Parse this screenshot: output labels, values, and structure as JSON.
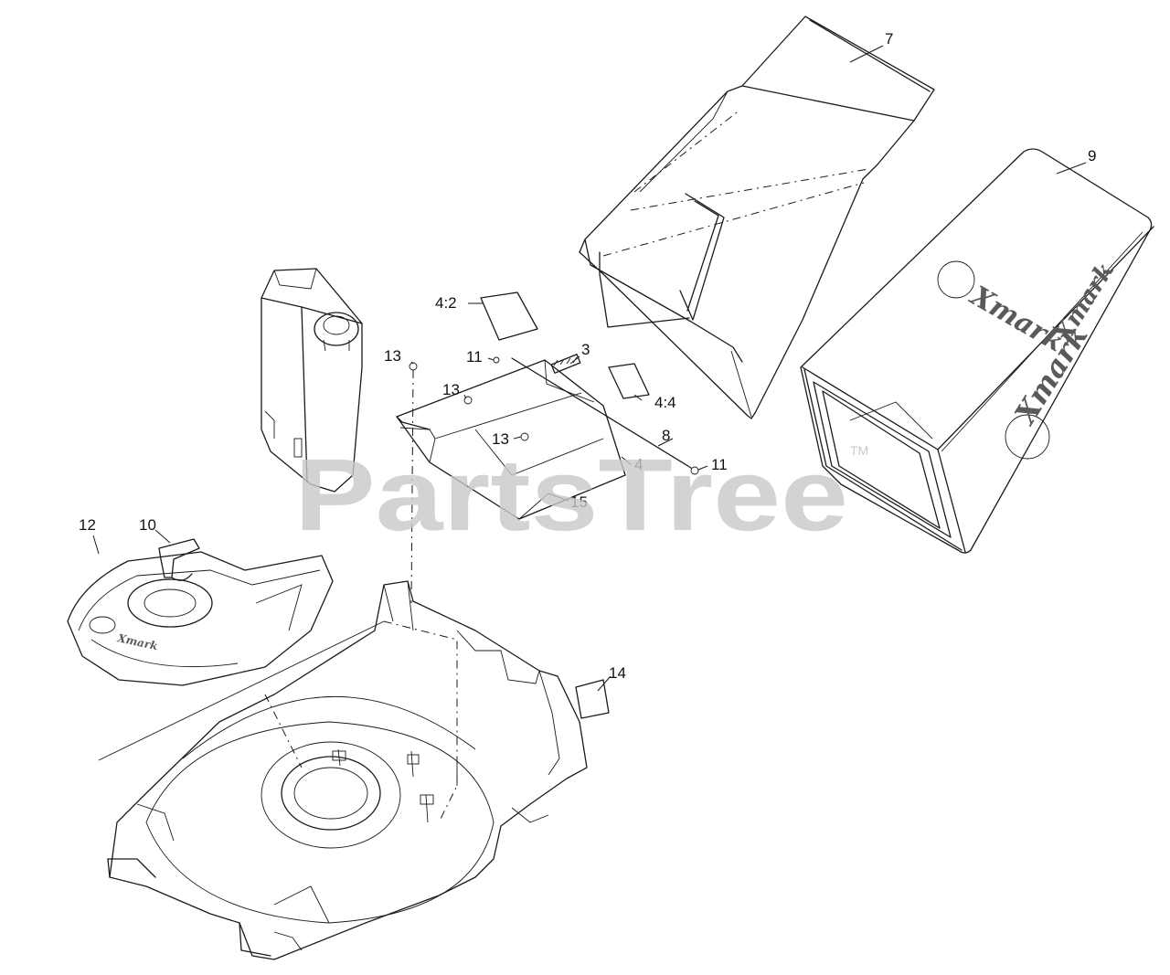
{
  "watermark": {
    "text": "PartsTree",
    "trademark": "TM"
  },
  "brand_mark": "Xmark",
  "callouts": {
    "c7": "7",
    "c9": "9",
    "c42": "4:2",
    "c3": "3",
    "c11a": "11",
    "c13a": "13",
    "c13b": "13",
    "c13c": "13",
    "c44": "4:4",
    "c8": "8",
    "c4": "4",
    "c11b": "11",
    "c15": "15",
    "c12": "12",
    "c10": "10",
    "c14": "14"
  },
  "colors": {
    "line": "#1a1a1a",
    "watermark": "#c9c9c9",
    "background": "#ffffff"
  }
}
